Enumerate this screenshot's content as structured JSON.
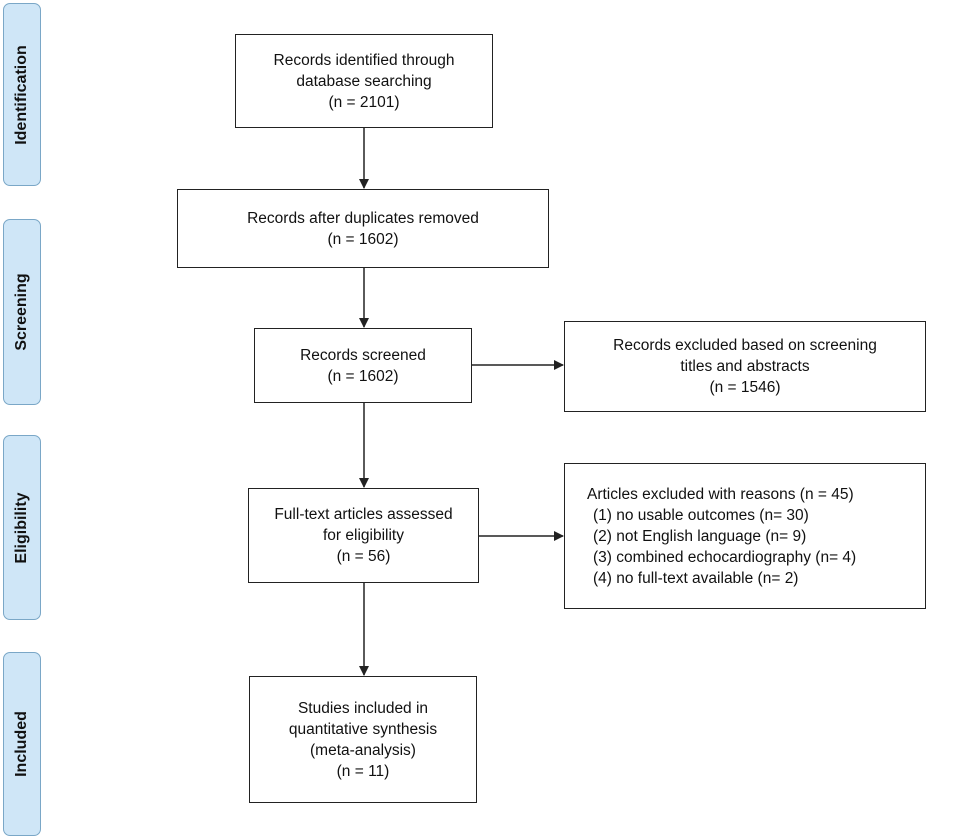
{
  "phases": {
    "identification": "Identification",
    "screening": "Screening",
    "eligibility": "Eligibility",
    "included": "Included"
  },
  "boxes": {
    "identified": {
      "lines": [
        "Records identified through",
        "database searching",
        "(n = 2101)"
      ]
    },
    "after_duplicates": {
      "lines": [
        "Records after duplicates removed",
        "(n = 1602)"
      ]
    },
    "screened": {
      "lines": [
        "Records screened",
        "(n = 1602)"
      ]
    },
    "excluded_screening": {
      "lines": [
        "Records excluded based on screening",
        "titles and abstracts",
        "(n = 1546)"
      ]
    },
    "full_text": {
      "lines": [
        "Full-text articles assessed",
        "for eligibility",
        "(n = 56)"
      ]
    },
    "excluded_reasons": {
      "title": "Articles excluded with reasons (n = 45)",
      "reasons": [
        "(1) no usable outcomes (n= 30)",
        "(2) not English language (n= 9)",
        "(3) combined echocardiography (n= 4)",
        "(4) no full-text available (n= 2)"
      ]
    },
    "included": {
      "lines": [
        "Studies included in",
        "quantitative synthesis",
        "(meta-analysis)",
        "(n = 11)"
      ]
    }
  },
  "colors": {
    "phase_fill": "#cfe6f7",
    "phase_border": "#7aa7c7",
    "box_border": "#222222",
    "arrow": "#222222"
  }
}
